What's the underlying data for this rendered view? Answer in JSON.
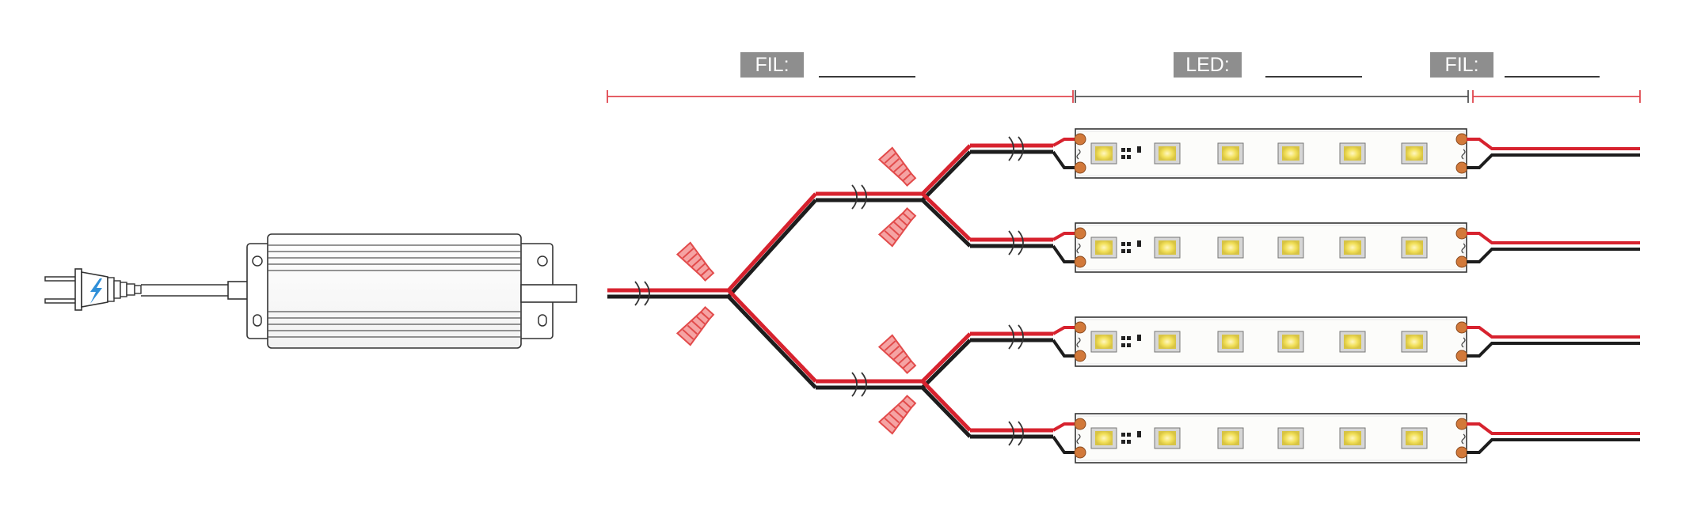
{
  "labels": {
    "wire_left": "FIL:",
    "led": "LED:",
    "wire_right": "FIL:"
  },
  "colors": {
    "wire_positive": "#d7222e",
    "wire_negative": "#1d1d1d",
    "connector": "#ef6f6f",
    "terminal": "#d2793a",
    "led_chip": "#f2e05a",
    "tag_background": "#8e8e8e",
    "bolt": "#2f8fd8"
  },
  "icons": [
    "power-plug-icon",
    "lightning-bolt-icon",
    "power-supply-icon",
    "wire-nut-connector-icon",
    "led-strip-icon",
    "wire-break-icon"
  ]
}
